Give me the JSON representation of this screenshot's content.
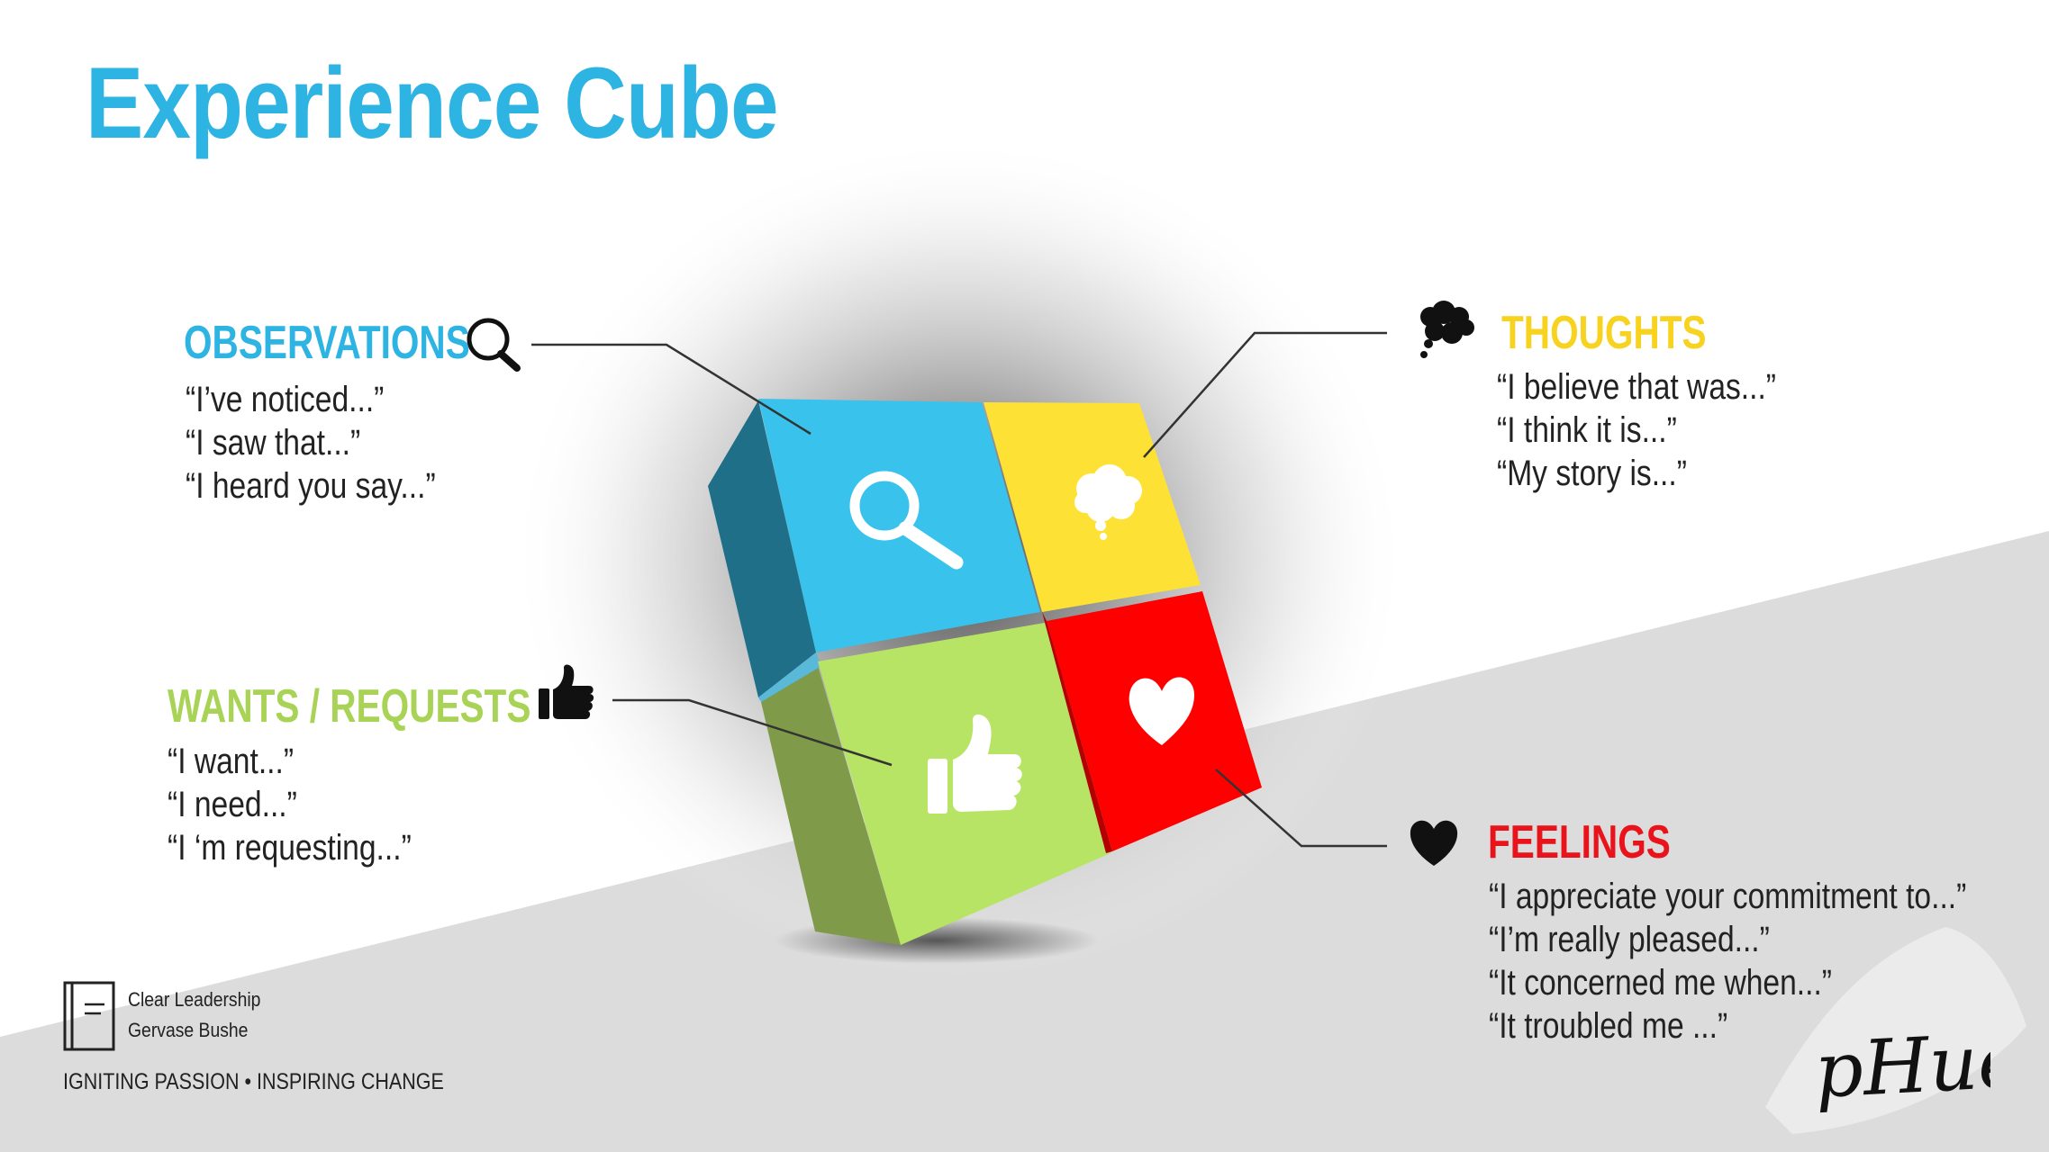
{
  "title": "Experience Cube",
  "colors": {
    "blue": "#2db4e2",
    "yellow": "#f7d21e",
    "green": "#a9d356",
    "red": "#e8131b",
    "text": "#222222"
  },
  "sections": {
    "observations": {
      "heading": "OBSERVATIONS",
      "icon": "magnifier-icon",
      "quotes": [
        "“I’ve noticed...”",
        "“I saw that...”",
        "“I heard you say...”"
      ]
    },
    "thoughts": {
      "heading": "THOUGHTS",
      "icon": "thought-cloud-icon",
      "quotes": [
        "“I believe that was...”",
        "“I think it is...”",
        "“My story is...”"
      ]
    },
    "wants": {
      "heading": "WANTS / REQUESTS",
      "icon": "thumbs-up-icon",
      "quotes": [
        "“I want...”",
        "“I need...”",
        "“I ‘m requesting...”"
      ]
    },
    "feelings": {
      "heading": "FEELINGS",
      "icon": "heart-icon",
      "quotes": [
        "“I appreciate your commitment to...”",
        "“I’m really pleased...”",
        "“It concerned me when...”",
        "“It troubled me ...”"
      ]
    }
  },
  "credit": {
    "line1": "Clear Leadership",
    "line2": "Gervase Bushe"
  },
  "tagline": "IGNITING PASSION • INSPIRING CHANGE",
  "signature": "pHueL"
}
